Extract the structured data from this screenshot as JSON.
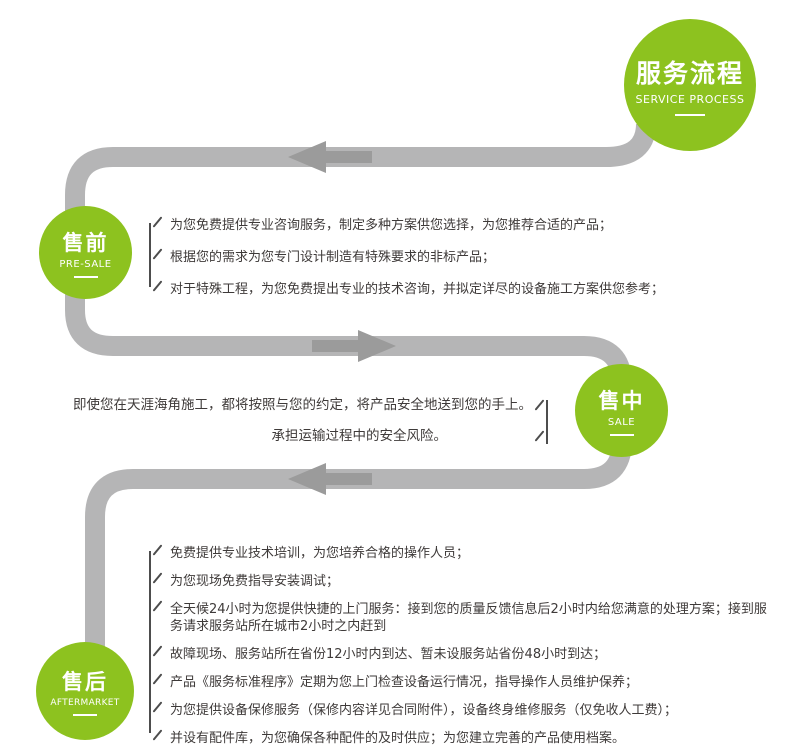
{
  "header": {
    "title": "服务流程",
    "subtitle": "SERVICE PROCESS"
  },
  "stages": {
    "presale": {
      "title": "售前",
      "subtitle": "PRE-SALE",
      "items": [
        "为您免费提供专业咨询服务，制定多种方案供您选择，为您推荐合适的产品；",
        "根据您的需求为您专门设计制造有特殊要求的非标产品；",
        "对于特殊工程，为您免费提出专业的技术咨询，并拟定详尽的设备施工方案供您参考；"
      ]
    },
    "sale": {
      "title": "售中",
      "subtitle": "SALE",
      "lines": [
        "即使您在天涯海角施工，都将按照与您的约定，将产品安全地送到您的手上。",
        "承担运输过程中的安全风险。"
      ]
    },
    "aftermarket": {
      "title": "售后",
      "subtitle": "AFTERMARKET",
      "items": [
        "免费提供专业技术培训，为您培养合格的操作人员；",
        "为您现场免费指导安装调试；",
        "全天候24小时为您提供快捷的上门服务：接到您的质量反馈信息后2小时内给您满意的处理方案；接到服务请求服务站所在城市2小时之内赶到",
        "故障现场、服务站所在省份12小时内到达、暂未设服务站省份48小时到达；",
        "产品《服务标准程序》定期为您上门检查设备运行情况，指导操作人员维护保养；",
        "为您提供设备保修服务（保修内容详见合同附件），设备终身维修服务（仅免收人工费）；",
        "并设有配件库，为您确保各种配件的及时供应；为您建立完善的产品使用档案。"
      ]
    }
  },
  "colors": {
    "accent_green": "#8dc21f",
    "path_gray": "#b5b5b6",
    "arrow_gray": "#9b9b9b",
    "text": "#3e3a39"
  }
}
